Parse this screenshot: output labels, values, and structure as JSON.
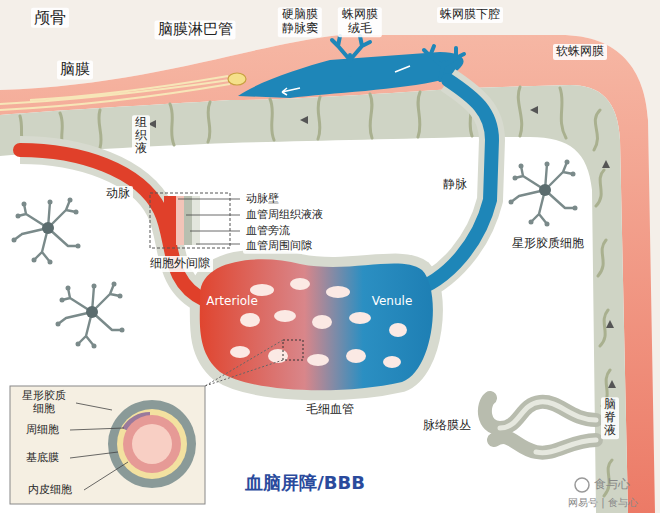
{
  "diagram": {
    "title": "血脑屏障/BBB",
    "labels": [
      "颅骨",
      "脑膜淋巴管",
      "硬脑膜静脉窦",
      "蛛网膜绒毛",
      "蛛网膜下腔",
      "脑膜",
      "软蛛网膜",
      "组织液",
      "动脉",
      "静脉",
      "动脉壁",
      "血管周组织液液",
      "血管旁流",
      "血管周围间隙",
      "细胞外间隙",
      "星形胶质细胞",
      "Arteriole",
      "Venule",
      "星形胶质细胞",
      "周细胞",
      "基底膜",
      "内皮细胞",
      "毛细血管",
      "脉络膜丛",
      "脑脊液",
      "食与心",
      "网易号 | 食与心"
    ]
  }
}
